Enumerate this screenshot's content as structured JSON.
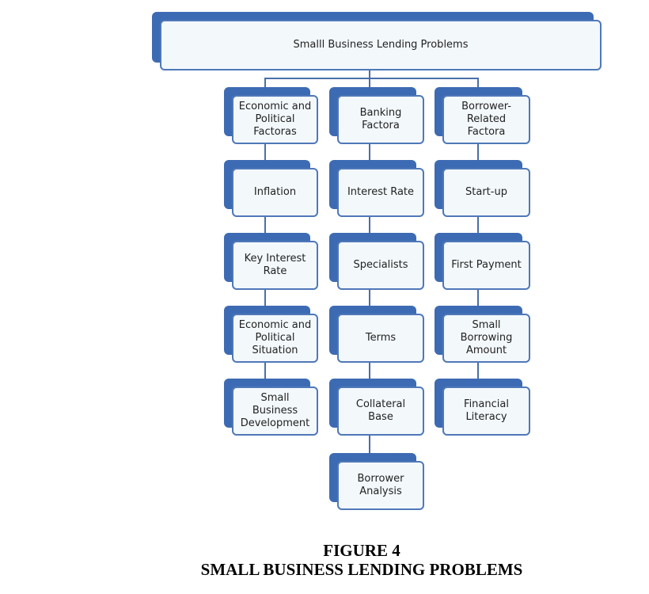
{
  "diagram": {
    "root": "Smalll Business Lending Problems",
    "columns": [
      {
        "header": "Economic and Political Factoras",
        "items": [
          "Inflation",
          "Key Interest Rate",
          "Economic and Political Situation",
          "Small Business Development"
        ]
      },
      {
        "header": "Banking Factora",
        "items": [
          "Interest Rate",
          "Specialists",
          "Terms",
          "Collateral Base",
          "Borrower Analysis"
        ]
      },
      {
        "header": "Borrower-Related Factora",
        "items": [
          "Start-up",
          "First Payment",
          "Small Borrowing Amount",
          "Financial Literacy"
        ]
      }
    ]
  },
  "caption": {
    "label": "FIGURE 4",
    "title": "SMALL BUSINESS LENDING PROBLEMS"
  },
  "colors": {
    "accent": "#3d6bb3",
    "card_fill": "#f3f8fb",
    "connector": "#4a6fa8"
  }
}
